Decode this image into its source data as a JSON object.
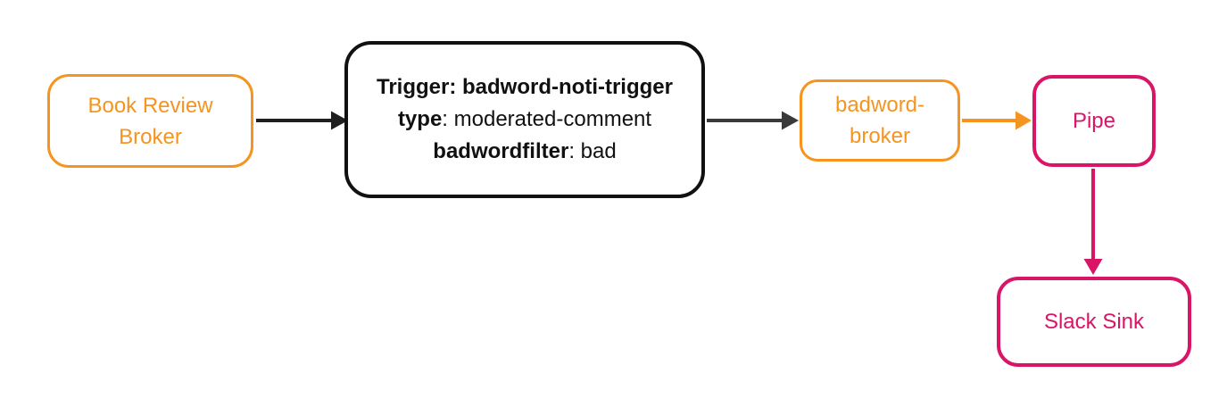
{
  "diagram": {
    "background": "#ffffff",
    "nodes": {
      "book_review_broker": {
        "label": "Book Review\nBroker",
        "border_color": "#f5941e",
        "text_color": "#f5941e"
      },
      "trigger_card": {
        "line1": "Trigger: badword-noti-trigger",
        "line2_key": "type",
        "line2_rest": ": moderated-comment",
        "line3_key": "badwordfilter",
        "line3_rest": ": bad",
        "border_color": "#111111",
        "text_color": "#111111"
      },
      "badword_broker": {
        "label": "badword-\nbroker",
        "border_color": "#f5941e",
        "text_color": "#f5941e"
      },
      "pipe": {
        "label": "Pipe",
        "border_color": "#d81567",
        "text_color": "#d81567"
      },
      "slack_sink": {
        "label": "Slack Sink",
        "border_color": "#d81567",
        "text_color": "#d81567"
      }
    },
    "edges": [
      {
        "name": "book-review-broker-to-trigger",
        "color": "#1f1f1f"
      },
      {
        "name": "trigger-to-badword-broker",
        "color": "#3a3a3a"
      },
      {
        "name": "badword-broker-to-pipe",
        "color": "#f5941e"
      },
      {
        "name": "pipe-to-slack-sink",
        "color": "#d81567"
      }
    ]
  }
}
